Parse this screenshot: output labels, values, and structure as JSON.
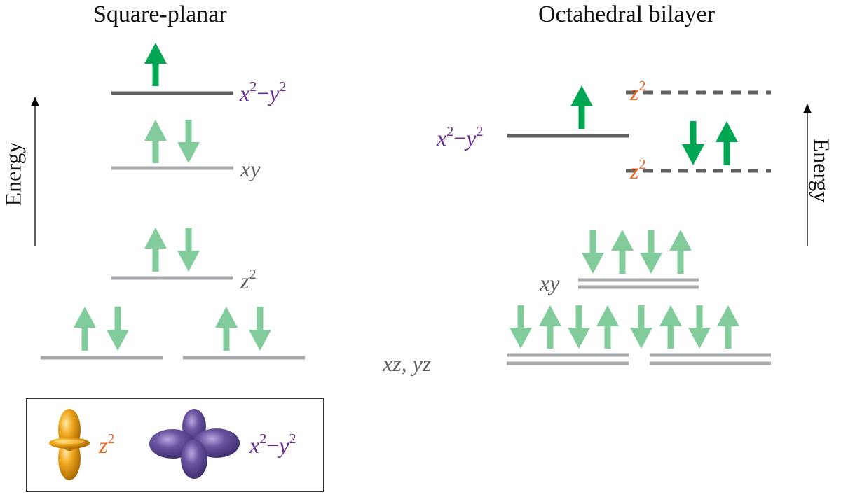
{
  "colors": {
    "arrow_bright": "#00a651",
    "arrow_pale": "#82cc9c",
    "level_dark": "#606060",
    "level_light": "#a7a9ac",
    "purple": "#6a2c91",
    "orange": "#f26522",
    "gray_label": "#606060",
    "orbital_z2": "#e8a020",
    "orbital_x2y2": "#6a54a0"
  },
  "square_planar": {
    "title": "Square-planar",
    "energy_label": "Energy",
    "levels": [
      {
        "name": "x2-y2",
        "label_base_x": "x",
        "label_sup1": "2",
        "label_minus": "−",
        "label_base_y": "y",
        "label_sup2": "2",
        "electrons": [
          "up"
        ]
      },
      {
        "name": "xy",
        "label": "xy",
        "electrons": [
          "up",
          "down"
        ]
      },
      {
        "name": "z2",
        "label_base": "z",
        "label_sup": "2",
        "electrons": [
          "up",
          "down"
        ]
      },
      {
        "name": "xz",
        "electrons": [
          "up",
          "down"
        ]
      },
      {
        "name": "yz",
        "electrons": [
          "up",
          "down"
        ]
      }
    ]
  },
  "octahedral_bilayer": {
    "title": "Octahedral bilayer",
    "energy_label": "Energy",
    "levels": [
      {
        "name": "z2-antibonding",
        "label_base": "z",
        "label_sup": "2",
        "electrons": []
      },
      {
        "name": "x2-y2",
        "label_base_x": "x",
        "label_sup1": "2",
        "label_minus": "−",
        "label_base_y": "y",
        "label_sup2": "2",
        "electrons": [
          "up"
        ]
      },
      {
        "name": "z2-bonding",
        "label_base": "z",
        "label_sup": "2",
        "electrons": [
          "down",
          "up"
        ]
      },
      {
        "name": "xy",
        "label": "xy",
        "electrons": [
          "down",
          "up",
          "down",
          "up"
        ]
      },
      {
        "name": "xz-yz",
        "label": "xz, yz",
        "electrons": [
          "down",
          "up",
          "down",
          "up",
          "down",
          "up",
          "down",
          "up"
        ]
      }
    ]
  },
  "legend": {
    "z2": {
      "base": "z",
      "sup": "2"
    },
    "x2y2": {
      "base_x": "x",
      "sup1": "2",
      "minus": "−",
      "base_y": "y",
      "sup2": "2"
    }
  }
}
